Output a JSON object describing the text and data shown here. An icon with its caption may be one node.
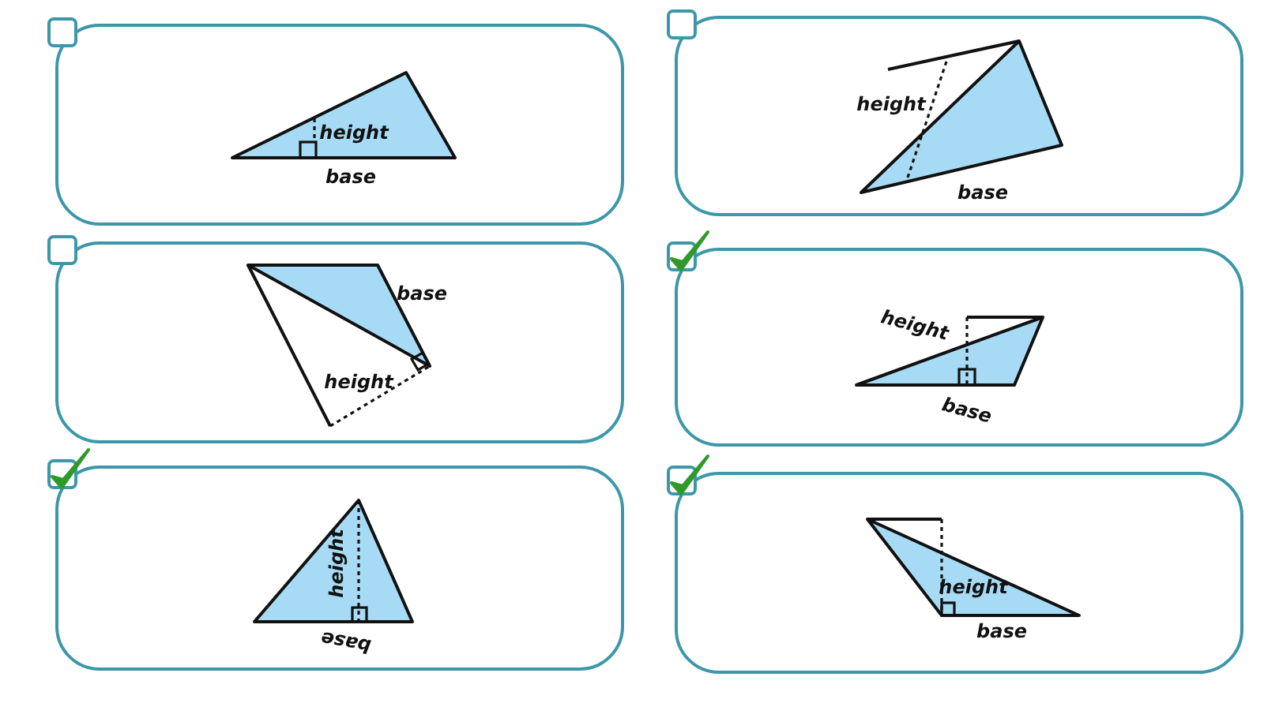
{
  "diagram": {
    "nodes": [
      {
        "text": [
          "height",
          "base"
        ]
      },
      {
        "text": [
          "height",
          "base"
        ]
      },
      {
        "text": [
          "base",
          "height"
        ]
      },
      {
        "text": [
          "height",
          "base"
        ]
      },
      {
        "text": [
          "height",
          "base"
        ]
      },
      {
        "text": [
          "height",
          "base"
        ]
      }
    ]
  }
}
